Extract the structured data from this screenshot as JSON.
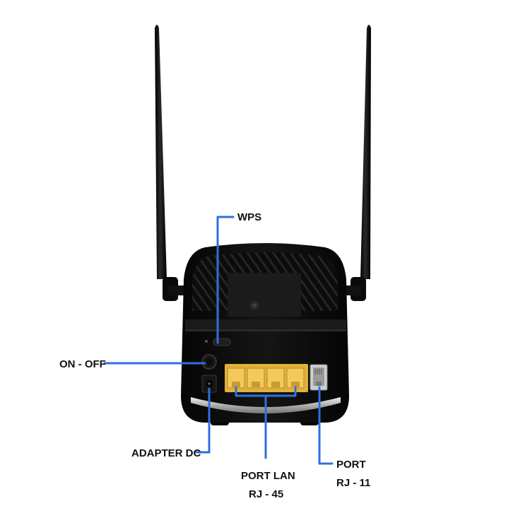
{
  "labels": {
    "wps": "WPS",
    "on_off": "ON - OFF",
    "adapter_dc": "ADAPTER DC",
    "port_lan_line1": "PORT LAN",
    "port_lan_line2": "RJ - 45",
    "port_rj11_line1": "PORT",
    "port_rj11_line2": "RJ - 11"
  },
  "colors": {
    "leader_line": "#2f6fe0",
    "router_body": "#0b0b0b",
    "lan_port": "#e0b23a",
    "label_text": "#111111",
    "background": "#ffffff"
  },
  "device": {
    "lan_port_count": 4,
    "antenna_count": 2
  }
}
